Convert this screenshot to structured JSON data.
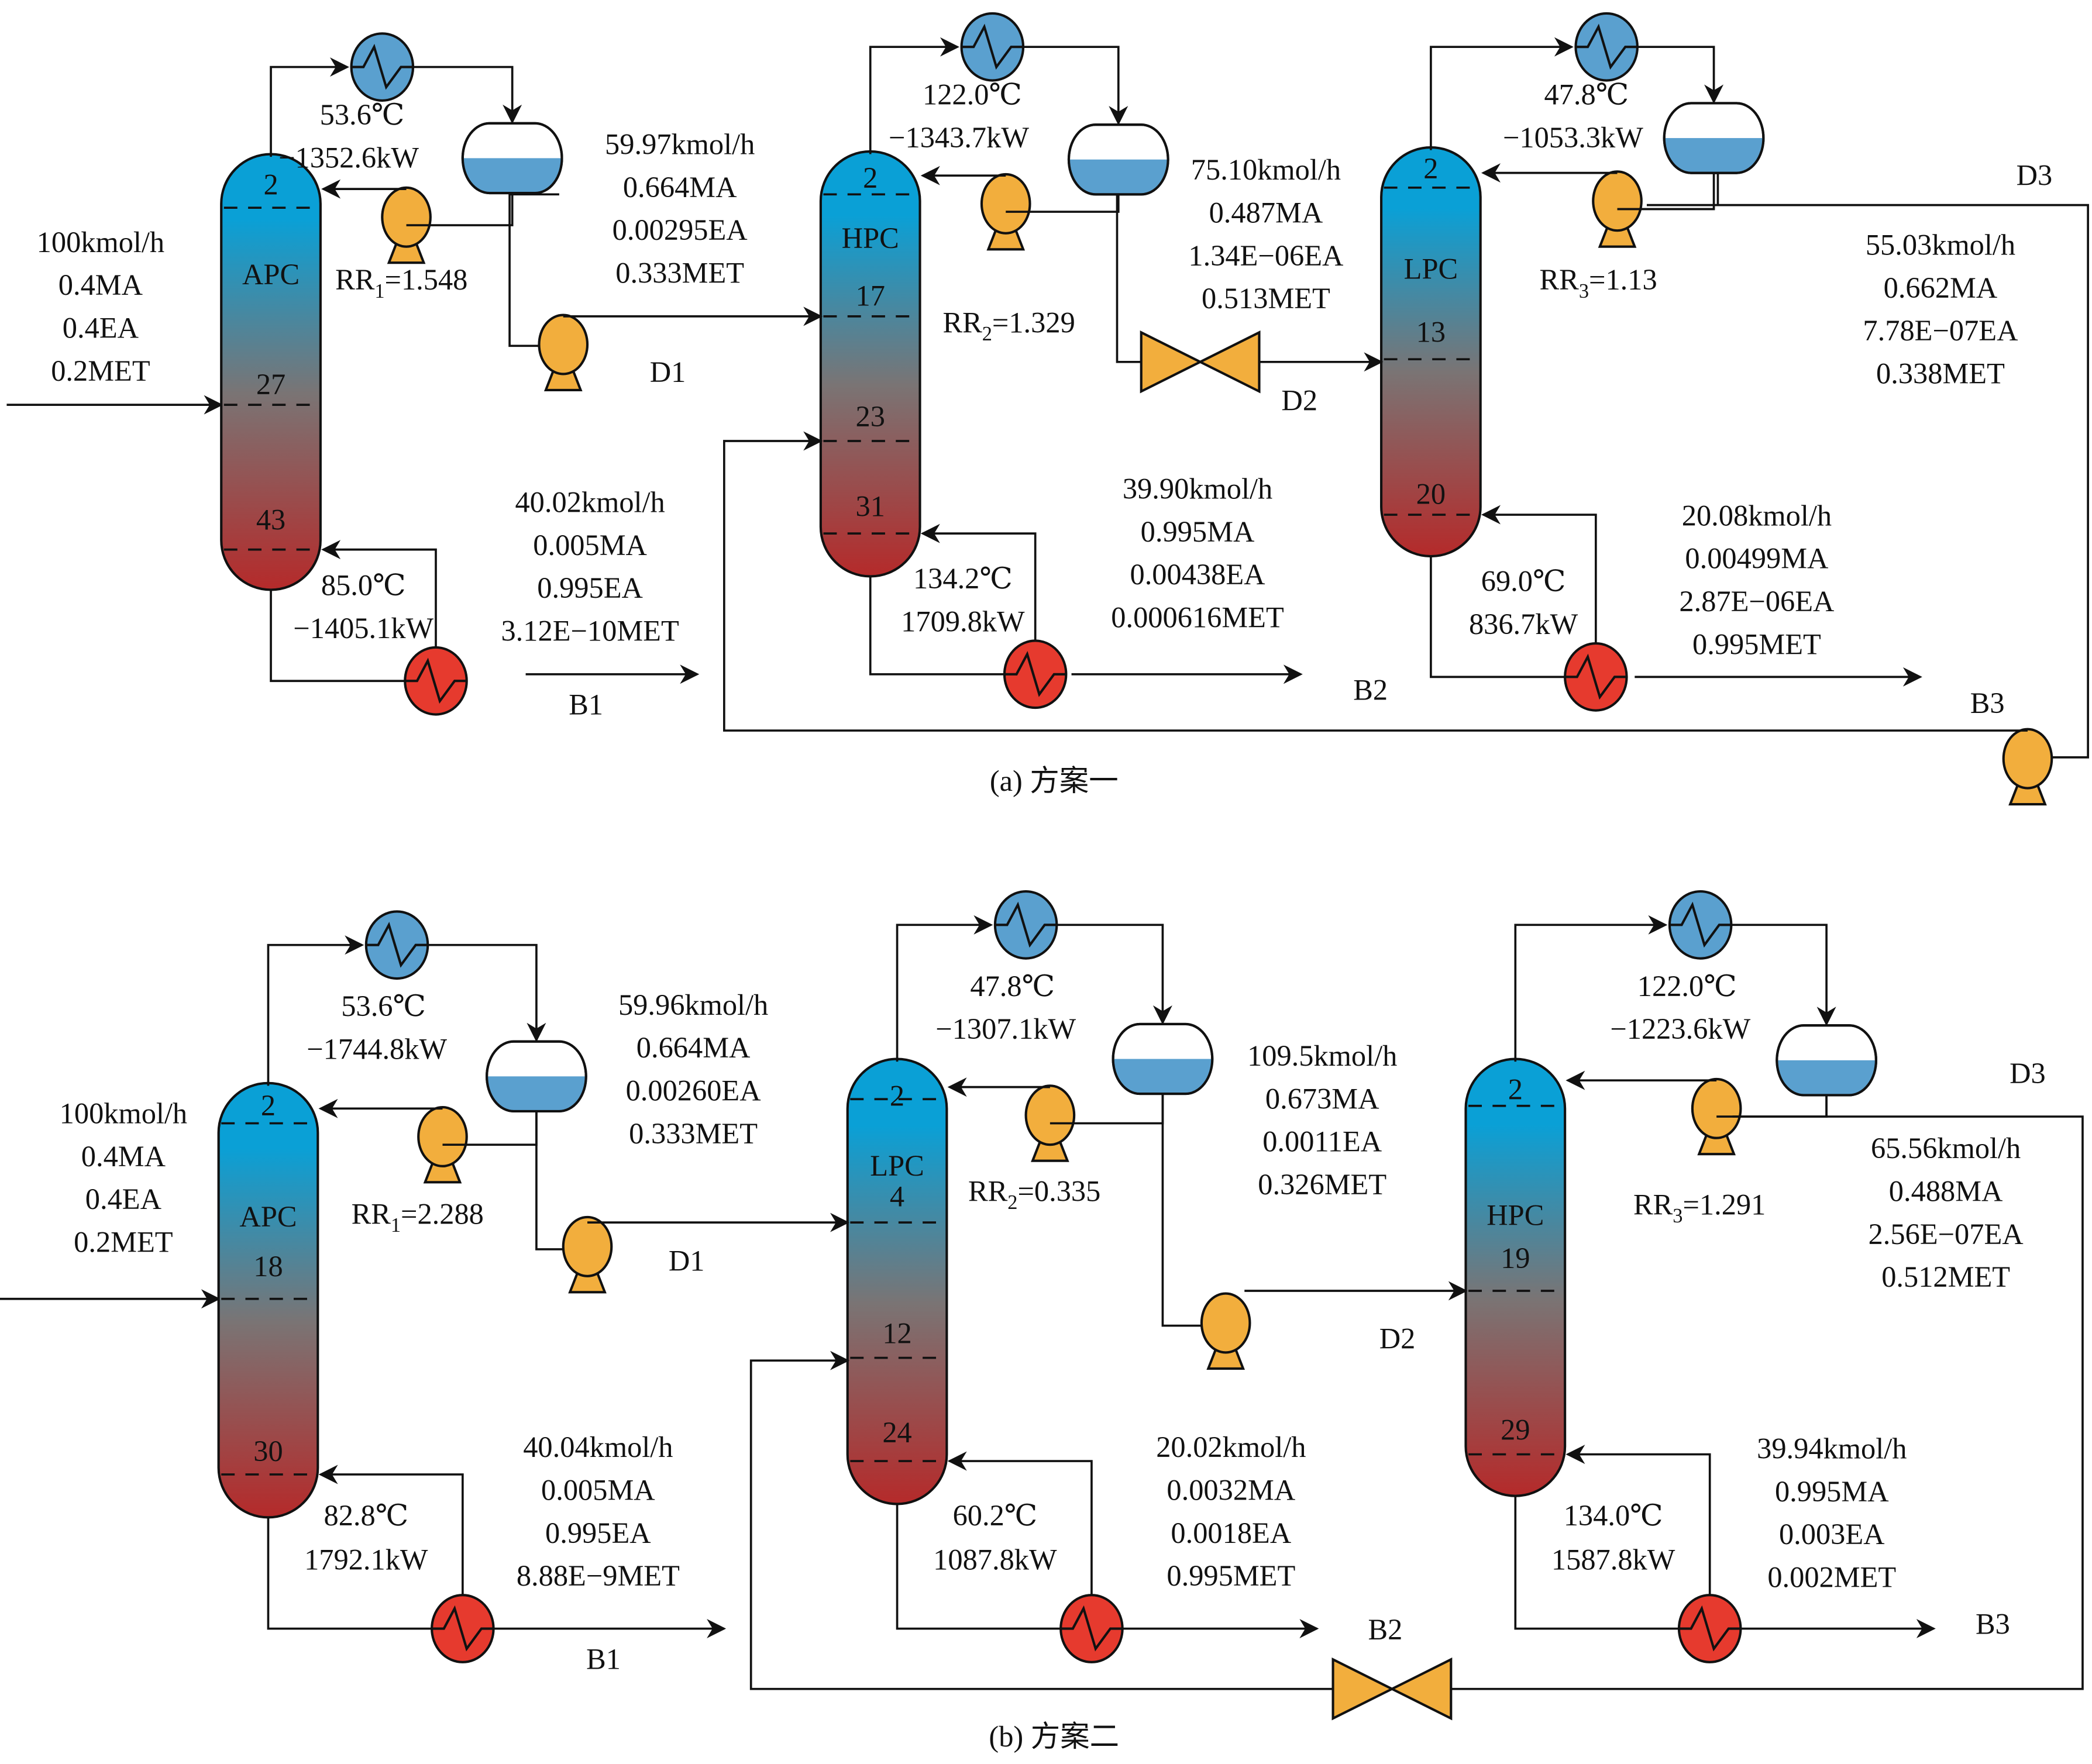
{
  "colors": {
    "condenser": "#5aa0cf",
    "reboiler": "#e63a2e",
    "pump": "#f2ae3d",
    "valve": "#f2ae3d",
    "column_top": "#0aa0d6",
    "column_mid": "#7a7474",
    "column_bottom": "#b52a2a",
    "drum_liquid": "#5aa0cf"
  },
  "panels": [
    {
      "caption": "(a) 方案一",
      "feed": {
        "flow": "100kmol/h",
        "comp": [
          "0.4MA",
          "0.4EA",
          "0.2MET"
        ]
      },
      "columns": [
        {
          "name": "APC",
          "stages": [
            "2",
            "27",
            "43"
          ],
          "condenser": {
            "temp": "53.6℃",
            "duty": "−1352.6kW"
          },
          "reboiler": {
            "temp": "85.0℃",
            "duty": "−1405.1kW"
          },
          "reflux": {
            "label": "RR",
            "sub": "1",
            "value": "=1.548"
          },
          "distillate": {
            "tag": "D1",
            "flow": "59.97kmol/h",
            "comp": [
              "0.664MA",
              "0.00295EA",
              "0.333MET"
            ]
          },
          "bottoms": {
            "tag": "B1",
            "flow": "40.02kmol/h",
            "comp": [
              "0.005MA",
              "0.995EA",
              "3.12E−10MET"
            ]
          }
        },
        {
          "name": "HPC",
          "stages": [
            "2",
            "17",
            "23",
            "31"
          ],
          "condenser": {
            "temp": "122.0℃",
            "duty": "−1343.7kW"
          },
          "reboiler": {
            "temp": "134.2℃",
            "duty": "1709.8kW"
          },
          "reflux": {
            "label": "RR",
            "sub": "2",
            "value": "=1.329"
          },
          "distillate": {
            "tag": "D2",
            "flow": "75.10kmol/h",
            "comp": [
              "0.487MA",
              "1.34E−06EA",
              "0.513MET"
            ]
          },
          "bottoms": {
            "tag": "B2",
            "flow": "39.90kmol/h",
            "comp": [
              "0.995MA",
              "0.00438EA",
              "0.000616MET"
            ]
          }
        },
        {
          "name": "LPC",
          "stages": [
            "2",
            "13",
            "20"
          ],
          "condenser": {
            "temp": "47.8℃",
            "duty": "−1053.3kW"
          },
          "reboiler": {
            "temp": "69.0℃",
            "duty": "836.7kW"
          },
          "reflux": {
            "label": "RR",
            "sub": "3",
            "value": "=1.13"
          },
          "distillate": {
            "tag": "D3",
            "flow": "55.03kmol/h",
            "comp": [
              "0.662MA",
              "7.78E−07EA",
              "0.338MET"
            ]
          },
          "bottoms": {
            "tag": "B3",
            "flow": "20.08kmol/h",
            "comp": [
              "0.00499MA",
              "2.87E−06EA",
              "0.995MET"
            ]
          }
        }
      ]
    },
    {
      "caption": "(b) 方案二",
      "feed": {
        "flow": "100kmol/h",
        "comp": [
          "0.4MA",
          "0.4EA",
          "0.2MET"
        ]
      },
      "columns": [
        {
          "name": "APC",
          "stages": [
            "2",
            "18",
            "30"
          ],
          "condenser": {
            "temp": "53.6℃",
            "duty": "−1744.8kW"
          },
          "reboiler": {
            "temp": "82.8℃",
            "duty": "1792.1kW"
          },
          "reflux": {
            "label": "RR",
            "sub": "1",
            "value": "=2.288"
          },
          "distillate": {
            "tag": "D1",
            "flow": "59.96kmol/h",
            "comp": [
              "0.664MA",
              "0.00260EA",
              "0.333MET"
            ]
          },
          "bottoms": {
            "tag": "B1",
            "flow": "40.04kmol/h",
            "comp": [
              "0.005MA",
              "0.995EA",
              "8.88E−9MET"
            ]
          }
        },
        {
          "name": "LPC",
          "stages": [
            "2",
            "4",
            "12",
            "24"
          ],
          "condenser": {
            "temp": "47.8℃",
            "duty": "−1307.1kW"
          },
          "reboiler": {
            "temp": "60.2℃",
            "duty": "1087.8kW"
          },
          "reflux": {
            "label": "RR",
            "sub": "2",
            "value": "=0.335"
          },
          "distillate": {
            "tag": "D2",
            "flow": "109.5kmol/h",
            "comp": [
              "0.673MA",
              "0.0011EA",
              "0.326MET"
            ]
          },
          "bottoms": {
            "tag": "B2",
            "flow": "20.02kmol/h",
            "comp": [
              "0.0032MA",
              "0.0018EA",
              "0.995MET"
            ]
          }
        },
        {
          "name": "HPC",
          "stages": [
            "2",
            "19",
            "29"
          ],
          "condenser": {
            "temp": "122.0℃",
            "duty": "−1223.6kW"
          },
          "reboiler": {
            "temp": "134.0℃",
            "duty": "1587.8kW"
          },
          "reflux": {
            "label": "RR",
            "sub": "3",
            "value": "=1.291"
          },
          "distillate": {
            "tag": "D3",
            "flow": "65.56kmol/h",
            "comp": [
              "0.488MA",
              "2.56E−07EA",
              "0.512MET"
            ]
          },
          "bottoms": {
            "tag": "B3",
            "flow": "39.94kmol/h",
            "comp": [
              "0.995MA",
              "0.003EA",
              "0.002MET"
            ]
          }
        }
      ]
    }
  ]
}
